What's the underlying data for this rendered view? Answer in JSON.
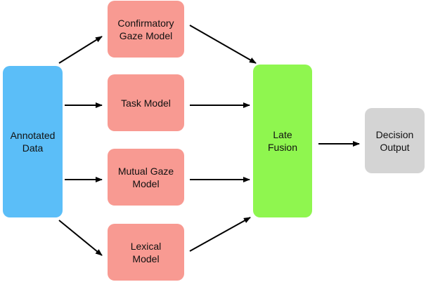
{
  "colors": {
    "input": "#5bbef8",
    "model": "#f89a92",
    "fusion": "#8ff64f",
    "output": "#d4d4d4",
    "arrow": "#000000"
  },
  "nodes": {
    "input": {
      "label": "Annotated\nData"
    },
    "models": [
      {
        "label": "Confirmatory\nGaze Model"
      },
      {
        "label": "Task Model"
      },
      {
        "label": "Mutual Gaze\nModel"
      },
      {
        "label": "Lexical\nModel"
      }
    ],
    "fusion": {
      "label": "Late\nFusion"
    },
    "output": {
      "label": "Decision\nOutput"
    }
  },
  "edges": [
    {
      "from": "input",
      "to": "models.0"
    },
    {
      "from": "input",
      "to": "models.1"
    },
    {
      "from": "input",
      "to": "models.2"
    },
    {
      "from": "input",
      "to": "models.3"
    },
    {
      "from": "models.0",
      "to": "fusion"
    },
    {
      "from": "models.1",
      "to": "fusion"
    },
    {
      "from": "models.2",
      "to": "fusion"
    },
    {
      "from": "models.3",
      "to": "fusion"
    },
    {
      "from": "fusion",
      "to": "output"
    }
  ]
}
